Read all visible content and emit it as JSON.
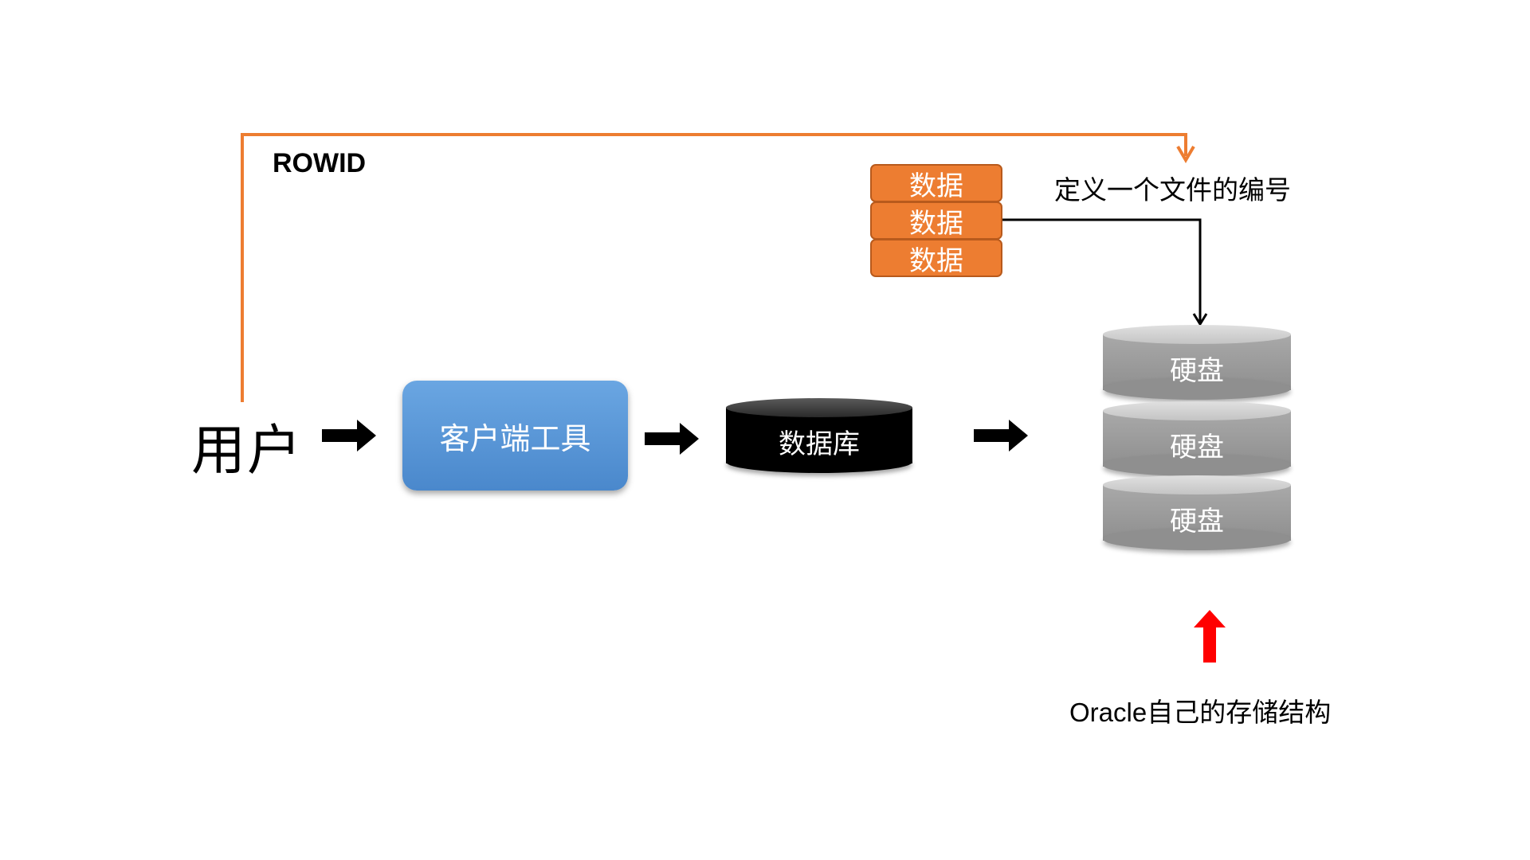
{
  "diagram": {
    "rowid_label": "ROWID",
    "user_label": "用户",
    "client_tool_label": "客户端工具",
    "database_label": "数据库",
    "data_blocks": [
      "数据",
      "数据",
      "数据"
    ],
    "disks": [
      "硬盘",
      "硬盘",
      "硬盘"
    ],
    "file_number_label": "定义一个文件的编号",
    "oracle_label": "Oracle自己的存储结构"
  },
  "colors": {
    "rowid_line": "#ed7d31",
    "data_block": "#ed7d31",
    "client_box": "#5b9bd5",
    "database": "#000000",
    "disk": "#a6a6a6",
    "red_arrow": "#ff0000"
  },
  "icons": {
    "flow_arrow": "right-block-arrow",
    "oracle_arrow": "up-block-arrow"
  }
}
